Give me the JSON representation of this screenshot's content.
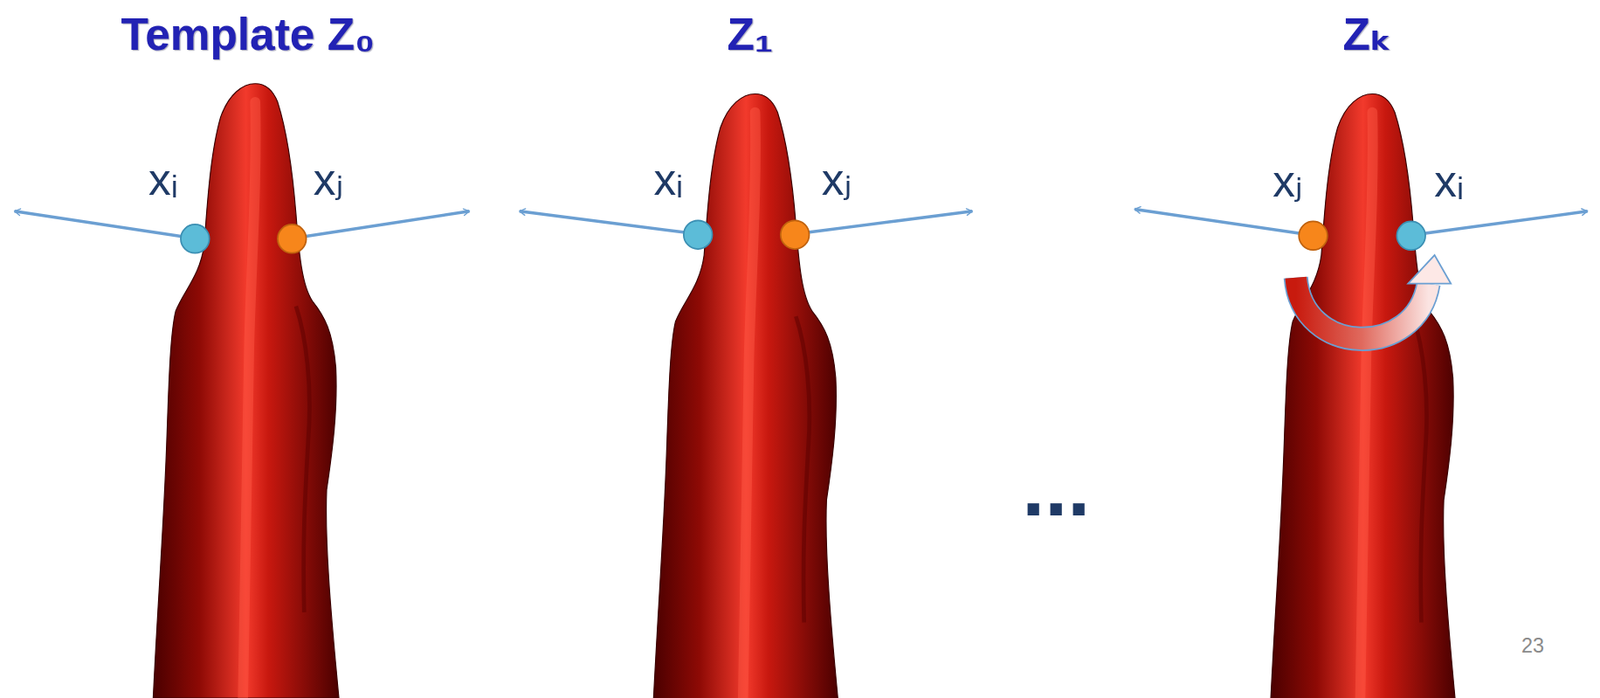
{
  "diagram": {
    "labels": [
      "Template Z₀",
      "Z₁",
      "Zₖ",
      "xᵢ",
      "xⱼ",
      "xᵢ",
      "xⱼ",
      "xⱼ",
      "xᵢ",
      "...",
      "23"
    ]
  }
}
